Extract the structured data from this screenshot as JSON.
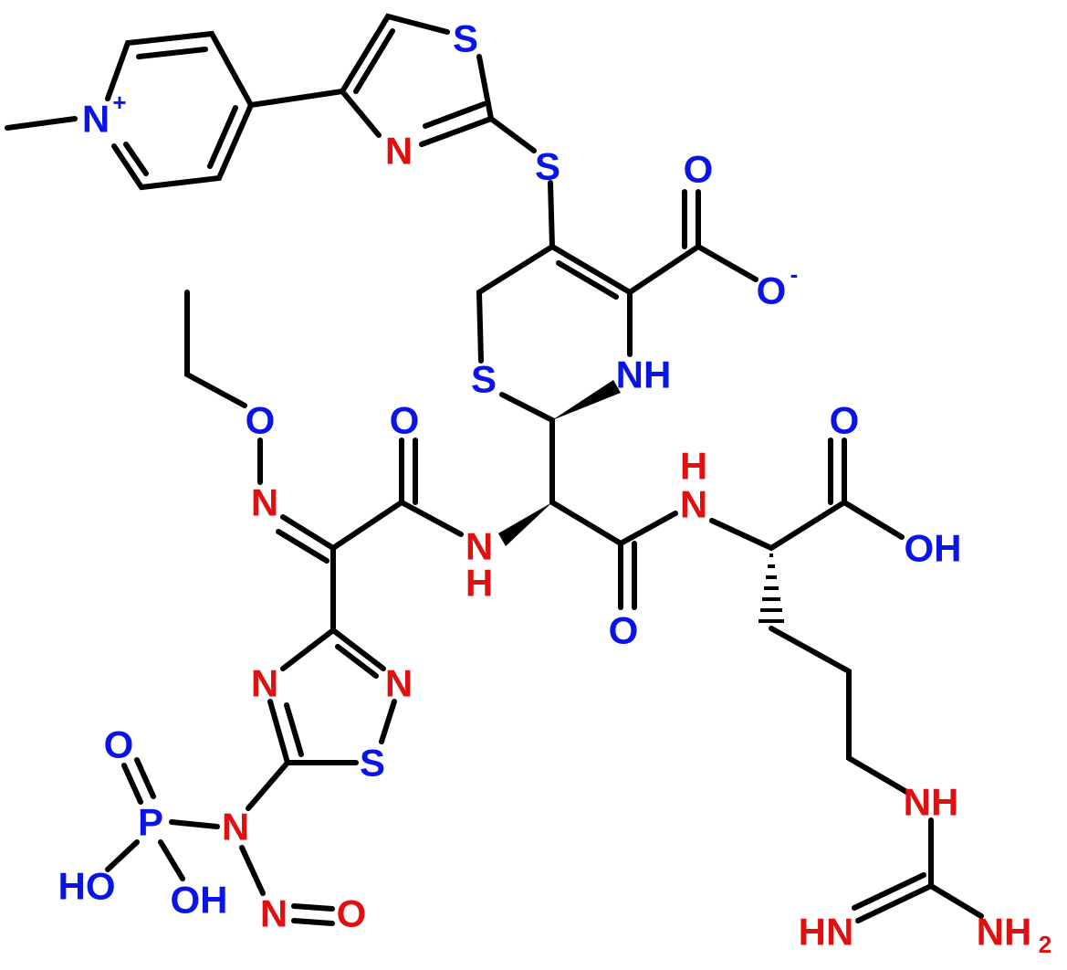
{
  "title": "Molecular structure",
  "colors": {
    "heteroatom_blue": "#0a14e6",
    "heteroatom_red": "#e01010",
    "bond": "#000000"
  },
  "atoms": {
    "pyridinium_n": "N",
    "plus_charge": "+",
    "thiazole_s": "S",
    "thiazole_n": "N",
    "thioether_s": "S",
    "carboxylate_o_double": "O",
    "carboxylate_o_minus": "O",
    "minus_charge": "-",
    "ring_nh": "NH",
    "ring_s": "S",
    "amide1_o": "O",
    "ethoxy_o": "O",
    "oxime_n": "N",
    "amide1_n": "N",
    "amide1_h": "H",
    "amide2_h": "H",
    "amide2_n": "N",
    "acid_o_double": "O",
    "acid_oh": "OH",
    "amide2_o": "O",
    "thiadiazole_n4": "N",
    "thiadiazole_n2": "N",
    "thiadiazole_s": "S",
    "phosphoryl_o": "O",
    "phosphorus": "P",
    "amine_n": "N",
    "p_ho_left": "HO",
    "p_oh_right": "OH",
    "nitroso_n": "N",
    "nitroso_o": "O",
    "guanidine_nh": "NH",
    "imine_hn": "HN",
    "amine_nh": "NH",
    "subscript_2": "2"
  }
}
